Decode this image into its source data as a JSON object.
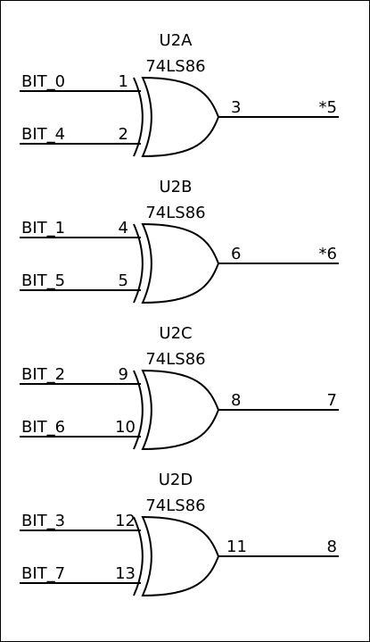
{
  "gates": [
    {
      "ref": "U2A",
      "part": "74LS86",
      "inputs": [
        {
          "net": "BIT_0",
          "pin": "1"
        },
        {
          "net": "BIT_4",
          "pin": "2"
        }
      ],
      "output": {
        "pin": "3",
        "net": "*5"
      }
    },
    {
      "ref": "U2B",
      "part": "74LS86",
      "inputs": [
        {
          "net": "BIT_1",
          "pin": "4"
        },
        {
          "net": "BIT_5",
          "pin": "5"
        }
      ],
      "output": {
        "pin": "6",
        "net": "*6"
      }
    },
    {
      "ref": "U2C",
      "part": "74LS86",
      "inputs": [
        {
          "net": "BIT_2",
          "pin": "9"
        },
        {
          "net": "BIT_6",
          "pin": "10"
        }
      ],
      "output": {
        "pin": "8",
        "net": "7"
      }
    },
    {
      "ref": "U2D",
      "part": "74LS86",
      "inputs": [
        {
          "net": "BIT_3",
          "pin": "12"
        },
        {
          "net": "BIT_7",
          "pin": "13"
        }
      ],
      "output": {
        "pin": "11",
        "net": "8"
      }
    }
  ]
}
